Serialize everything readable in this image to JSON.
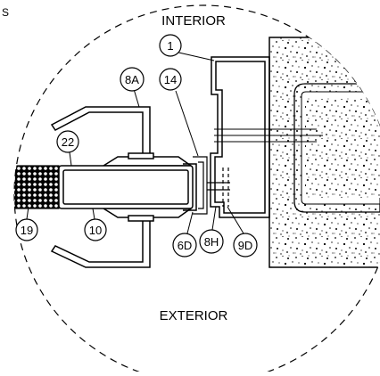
{
  "diagram": {
    "corner_text": "S",
    "zones": {
      "interior": "INTERIOR",
      "exterior": "EXTERIOR"
    },
    "callouts": [
      "1",
      "14",
      "8A",
      "22",
      "19",
      "10",
      "6D",
      "8H",
      "9D"
    ]
  }
}
